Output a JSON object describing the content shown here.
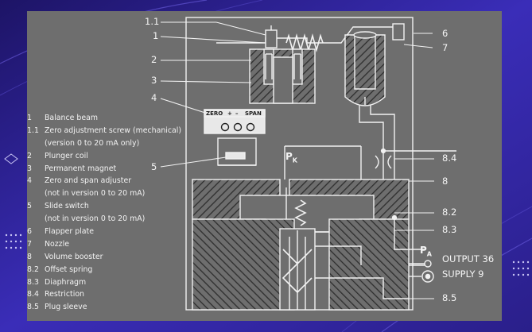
{
  "colors": {
    "background_blue": "#2a1f8a",
    "panel_gray": "#6e6e6e",
    "line_white": "#f2f2f2",
    "hatch_dark": "#3a3a3a"
  },
  "legend": [
    {
      "num": "1",
      "text": "Balance beam"
    },
    {
      "num": "1.1",
      "text": "Zero adjustment screw (mechanical)"
    },
    {
      "num": "",
      "text": "(version 0 to 20 mA only)"
    },
    {
      "num": "2",
      "text": "Plunger coil"
    },
    {
      "num": "3",
      "text": "Permanent magnet"
    },
    {
      "num": "4",
      "text": "Zero and span adjuster"
    },
    {
      "num": "",
      "text": "(not in version 0 to 20 mA)"
    },
    {
      "num": "5",
      "text": "Slide switch"
    },
    {
      "num": "",
      "text": "(not in version 0 to 20 mA)"
    },
    {
      "num": "6",
      "text": "Flapper plate"
    },
    {
      "num": "7",
      "text": "Nozzle"
    },
    {
      "num": "8",
      "text": "Volume booster"
    },
    {
      "num": "8.2",
      "text": "Offset spring"
    },
    {
      "num": "8.3",
      "text": "Diaphragm"
    },
    {
      "num": "8.4",
      "text": "Restriction"
    },
    {
      "num": "8.5",
      "text": "Plug sleeve"
    }
  ],
  "callouts": {
    "c1_1": "1.1",
    "c1": "1",
    "c2": "2",
    "c3": "3",
    "c4": "4",
    "c5": "5",
    "c6": "6",
    "c7": "7",
    "c8_4": "8.4",
    "c8": "8",
    "c8_2": "8.2",
    "c8_3": "8.3",
    "c8_5": "8.5"
  },
  "ports": {
    "output": "OUTPUT 36",
    "supply": "SUPPLY 9"
  },
  "symbols": {
    "pk_main": "P",
    "pk_sub": "K",
    "pa_main": "P",
    "pa_sub": "A"
  },
  "adjuster": {
    "zero": "ZERO",
    "plus": "+",
    "minus": "–",
    "span": "SPAN"
  }
}
